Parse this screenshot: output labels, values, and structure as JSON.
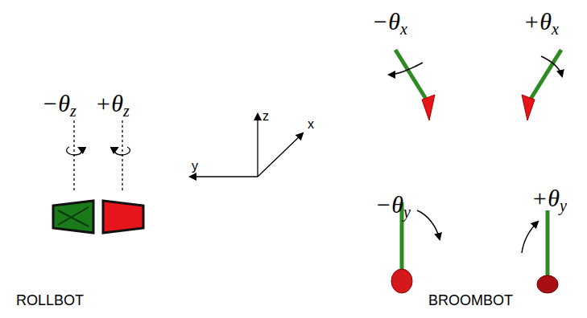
{
  "diagram": {
    "labels": [
      "−θz",
      "+θz",
      "y",
      "z",
      "x",
      "−θx",
      "+θx",
      "−θy",
      "+θy",
      "ROLLBOT",
      "BROOMBOT"
    ]
  }
}
